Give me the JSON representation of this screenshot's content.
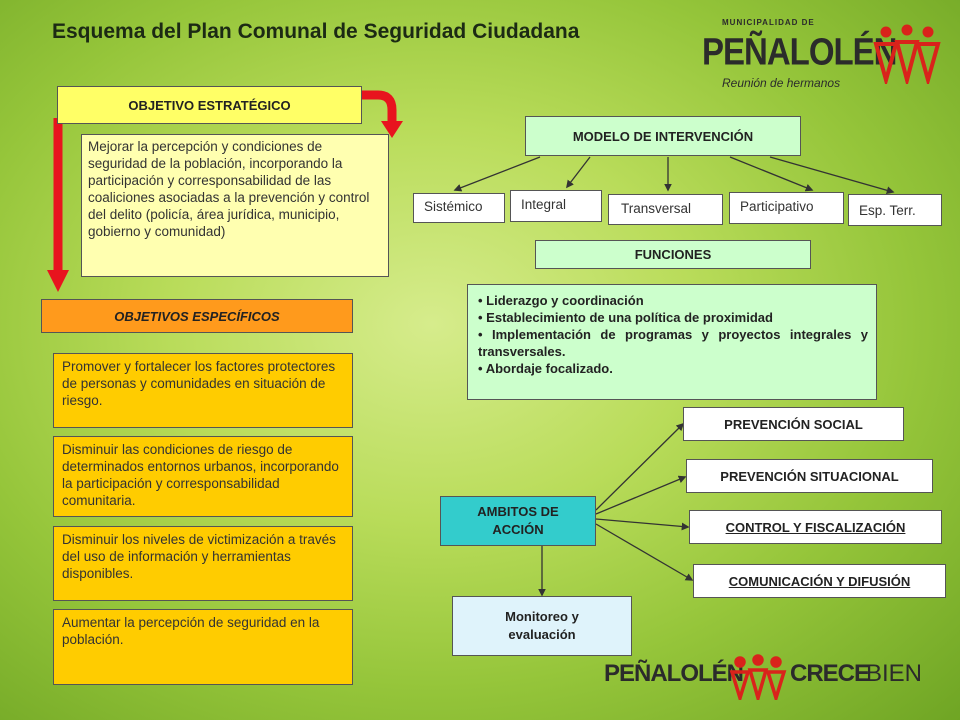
{
  "title": "Esquema del Plan Comunal de Seguridad Ciudadana",
  "logo_top": {
    "tagline": "MUNICIPALIDAD DE",
    "name": "PEÑALOLÉN",
    "subtitle": "Reunión de hermanos"
  },
  "logo_bottom": {
    "left": "PEÑALOLÉN",
    "mid": "CRECE",
    "right": "BIEN"
  },
  "objetivo_estrategico": {
    "header": "OBJETIVO ESTRATÉGICO",
    "text": "Mejorar la percepción y condiciones de seguridad de la población, incorporando la participación y corresponsabilidad de las coaliciones asociadas a la prevención y control del delito (policía, área jurídica, municipio, gobierno  y comunidad)"
  },
  "objetivos_especificos": {
    "header": "OBJETIVOS ESPECÍFICOS",
    "items": [
      "Promover y fortalecer los factores protectores de personas y comunidades en situación de riesgo.",
      "Disminuir las condiciones de riesgo de determinados entornos urbanos, incorporando la participación y corresponsabilidad comunitaria.",
      "Disminuir los niveles de victimización a través del uso de información y herramientas disponibles.",
      "Aumentar la percepción de seguridad en la población."
    ]
  },
  "modelo": {
    "header": "MODELO DE INTERVENCIÓN",
    "types": [
      "Sistémico",
      "Integral",
      "Transversal",
      "Participativo",
      "Esp. Terr."
    ]
  },
  "funciones": {
    "header": "FUNCIONES",
    "items": [
      "Liderazgo y coordinación",
      "Establecimiento de una política de proximidad",
      "Implementación de programas y proyectos integrales y transversales.",
      "Abordaje focalizado."
    ]
  },
  "ambitos": {
    "label": "AMBITOS DE ACCIÓN",
    "items": [
      "PREVENCIÓN SOCIAL",
      "PREVENCIÓN SITUACIONAL",
      "CONTROL Y FISCALIZACIÓN",
      "COMUNICACIÓN Y DIFUSIÓN"
    ]
  },
  "monitoreo": "Monitoreo y evaluación",
  "colors": {
    "yellow": "#ffff66",
    "orange": "#ff9a1c",
    "gold": "#ffcc00",
    "mint": "#ccffcc",
    "teal": "#33cccc",
    "red_arrow": "#e8141e",
    "logo_red": "#d9231b"
  }
}
